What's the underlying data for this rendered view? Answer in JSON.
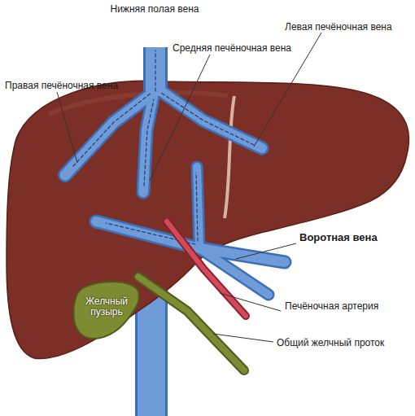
{
  "diagram": {
    "nodes": [
      {
        "text": [
          "Желчный пузырь"
        ]
      }
    ],
    "labels": [
      "Нижняя полая вена",
      "Левая печёночная вена",
      "Средняя печёночная вена",
      "Правая печёночная вена",
      "Воротная вена",
      "Печёночная артерия",
      "Общий желчный проток"
    ]
  }
}
